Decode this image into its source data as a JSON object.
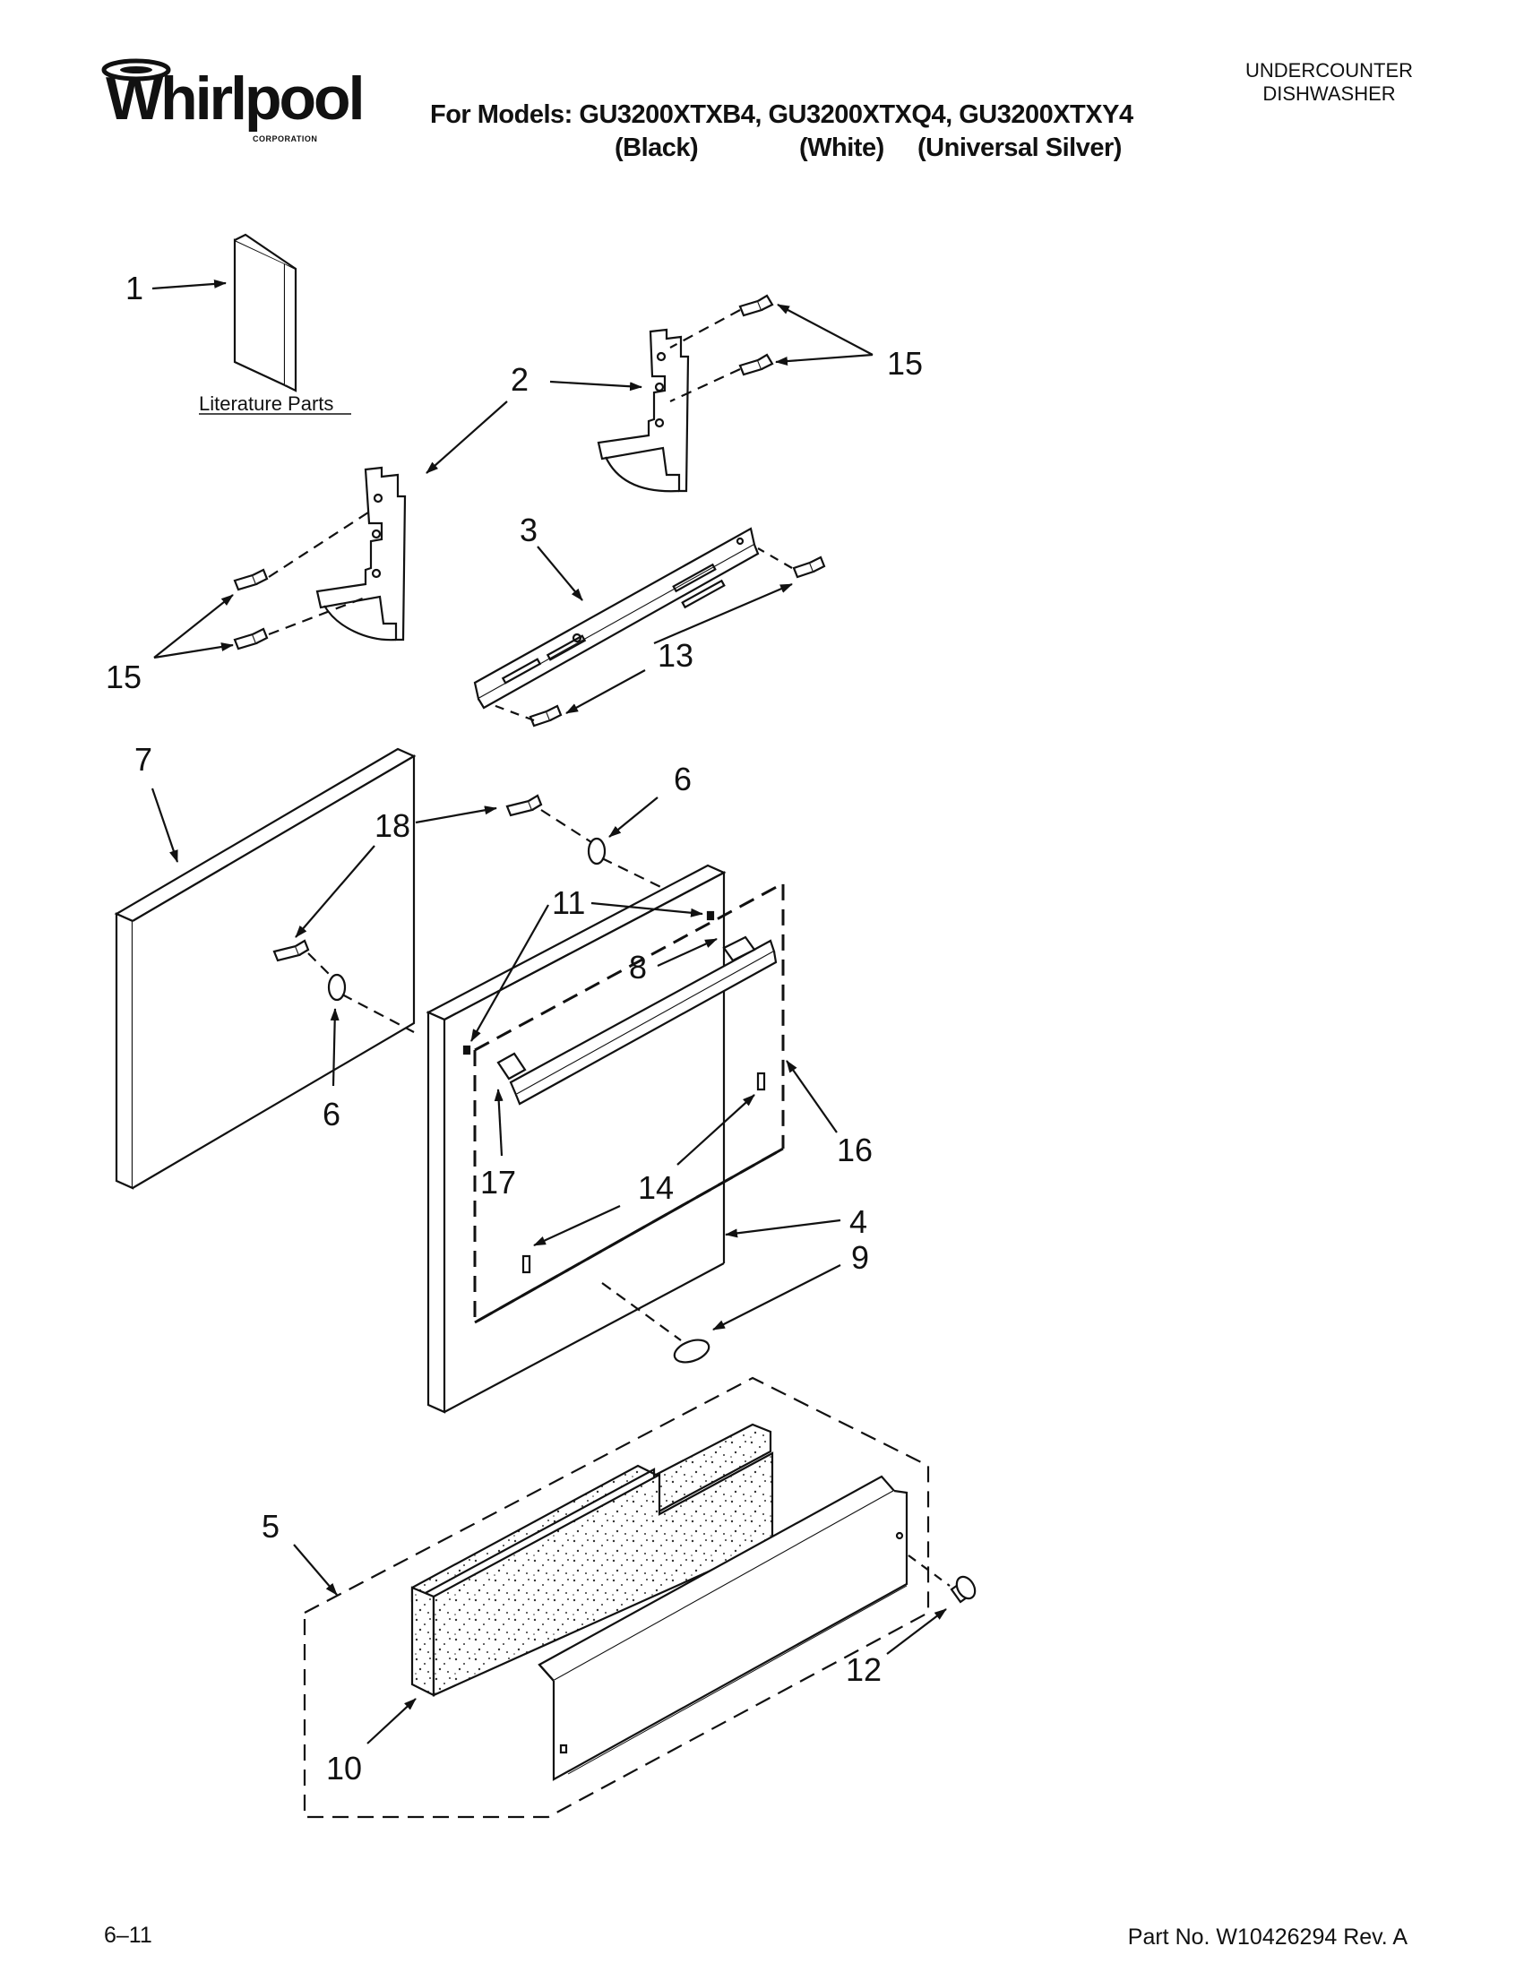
{
  "brand": {
    "name": "Whirlpool",
    "sub": "CORPORATION"
  },
  "header": {
    "models_line": "For Models: GU3200XTXB4, GU3200XTXQ4, GU3200XTXY4",
    "variants": [
      "(Black)",
      "(White)",
      "(Universal Silver)"
    ]
  },
  "category": {
    "line1": "UNDERCOUNTER",
    "line2": "DISHWASHER"
  },
  "diagram": {
    "literature_label": "Literature Parts",
    "callouts": {
      "c1": "1",
      "c2": "2",
      "c3": "3",
      "c4": "4",
      "c5": "5",
      "c6a": "6",
      "c6b": "6",
      "c7": "7",
      "c8": "8",
      "c9": "9",
      "c10": "10",
      "c11": "11",
      "c12": "12",
      "c13": "13",
      "c14": "14",
      "c15a": "15",
      "c15b": "15",
      "c16": "16",
      "c17": "17",
      "c18": "18"
    }
  },
  "footer": {
    "date": "6–11",
    "part_no": "Part No. W10426294 Rev. A"
  }
}
